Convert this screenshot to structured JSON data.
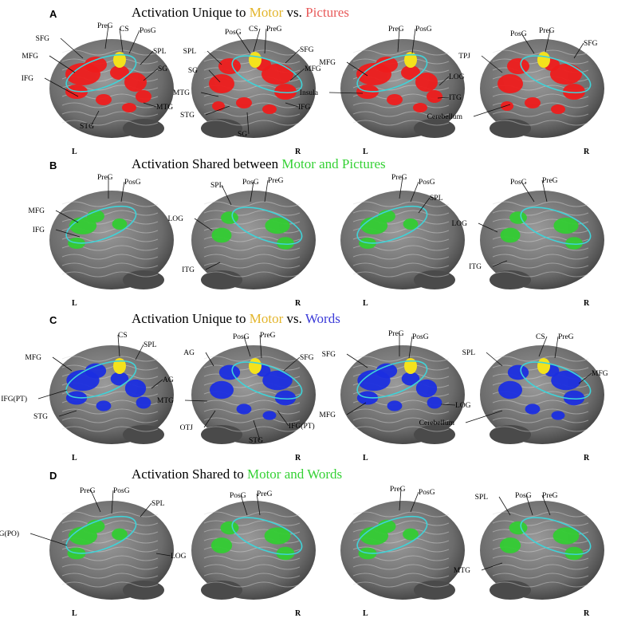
{
  "panels": [
    {
      "letter": "A",
      "title": [
        {
          "text": "Activation Unique to ",
          "color": "#000000"
        },
        {
          "text": "Motor",
          "color": "#e3b52b"
        },
        {
          "text": " vs. ",
          "color": "#000000"
        },
        {
          "text": "Pictures",
          "color": "#e85a5a"
        }
      ],
      "blob_color": "#ee1c1c",
      "brains": [
        {
          "side": "L",
          "view": "left",
          "oval": true,
          "yellow": true,
          "labels": [
            "PreG",
            "CS",
            "PosG",
            "SFG",
            "MFG",
            "IFG",
            "SPL",
            "SG",
            "MTG",
            "STG"
          ]
        },
        {
          "side": "R",
          "view": "right",
          "oval": true,
          "yellow": true,
          "labels": [
            "PosG",
            "CS",
            "PreG",
            "SFG",
            "SPL",
            "MFG",
            "SG",
            "MTG",
            "IFG",
            "STG",
            "SG"
          ]
        },
        {
          "side": "L",
          "view": "left",
          "oval": true,
          "yellow": true,
          "labels": [
            "PreG",
            "PosG",
            "MFG",
            "Insula",
            "LOG",
            "ITG"
          ]
        },
        {
          "side": "R",
          "view": "right",
          "oval": true,
          "yellow": true,
          "labels": [
            "PosG",
            "PreG",
            "SFG",
            "TPJ",
            "Cerebellum"
          ]
        }
      ]
    },
    {
      "letter": "B",
      "title": [
        {
          "text": "Activation Shared between ",
          "color": "#000000"
        },
        {
          "text": "Motor and Pictures",
          "color": "#35d135"
        }
      ],
      "blob_color": "#33cc33",
      "brains": [
        {
          "side": "L",
          "view": "left",
          "oval": true,
          "yellow": false,
          "labels": [
            "PreG",
            "PosG",
            "MFG",
            "IFG"
          ]
        },
        {
          "side": "R",
          "view": "right",
          "oval": true,
          "yellow": false,
          "labels": [
            "SPL",
            "PosG",
            "PreG",
            "LOG",
            "ITG"
          ]
        },
        {
          "side": "L",
          "view": "left",
          "oval": true,
          "yellow": false,
          "labels": [
            "PreG",
            "PosG",
            "SPL"
          ]
        },
        {
          "side": "R",
          "view": "right",
          "oval": true,
          "yellow": false,
          "labels": [
            "PosG",
            "PreG",
            "LOG",
            "ITG"
          ]
        }
      ]
    },
    {
      "letter": "C",
      "title": [
        {
          "text": "Activation Unique to ",
          "color": "#000000"
        },
        {
          "text": "Motor",
          "color": "#e3b52b"
        },
        {
          "text": " vs. ",
          "color": "#000000"
        },
        {
          "text": "Words",
          "color": "#3a3ad8"
        }
      ],
      "blob_color": "#1b2ee0",
      "brains": [
        {
          "side": "L",
          "view": "left",
          "oval": true,
          "yellow": true,
          "labels": [
            "CS",
            "MFG",
            "SPL",
            "AG",
            "IFG(PT)",
            "STG"
          ]
        },
        {
          "side": "R",
          "view": "right",
          "oval": true,
          "yellow": true,
          "labels": [
            "PosG",
            "PreG",
            "AG",
            "SFG",
            "MTG",
            "OTJ",
            "STG",
            "IFG(PT)"
          ]
        },
        {
          "side": "L",
          "view": "left",
          "oval": true,
          "yellow": true,
          "labels": [
            "PreG",
            "PosG",
            "SFG",
            "MFG",
            "LOG"
          ]
        },
        {
          "side": "R",
          "view": "right",
          "oval": true,
          "yellow": true,
          "labels": [
            "CS",
            "PreG",
            "SPL",
            "MFG",
            "Cerebellum"
          ]
        }
      ]
    },
    {
      "letter": "D",
      "title": [
        {
          "text": "Activation Shared to ",
          "color": "#000000"
        },
        {
          "text": "Motor and Words",
          "color": "#35d135"
        }
      ],
      "blob_color": "#33cc33",
      "brains": [
        {
          "side": "L",
          "view": "left",
          "oval": true,
          "yellow": false,
          "labels": [
            "PreG",
            "PosG",
            "SPL",
            "IFG(PO)",
            "LOG"
          ]
        },
        {
          "side": "R",
          "view": "right",
          "oval": true,
          "yellow": false,
          "labels": [
            "PosG",
            "PreG"
          ]
        },
        {
          "side": "L",
          "view": "left",
          "oval": true,
          "yellow": false,
          "labels": [
            "PreG",
            "PosG"
          ]
        },
        {
          "side": "R",
          "view": "right",
          "oval": true,
          "yellow": false,
          "labels": [
            "SPL",
            "PosG",
            "PreG",
            "MTG"
          ]
        }
      ]
    }
  ]
}
